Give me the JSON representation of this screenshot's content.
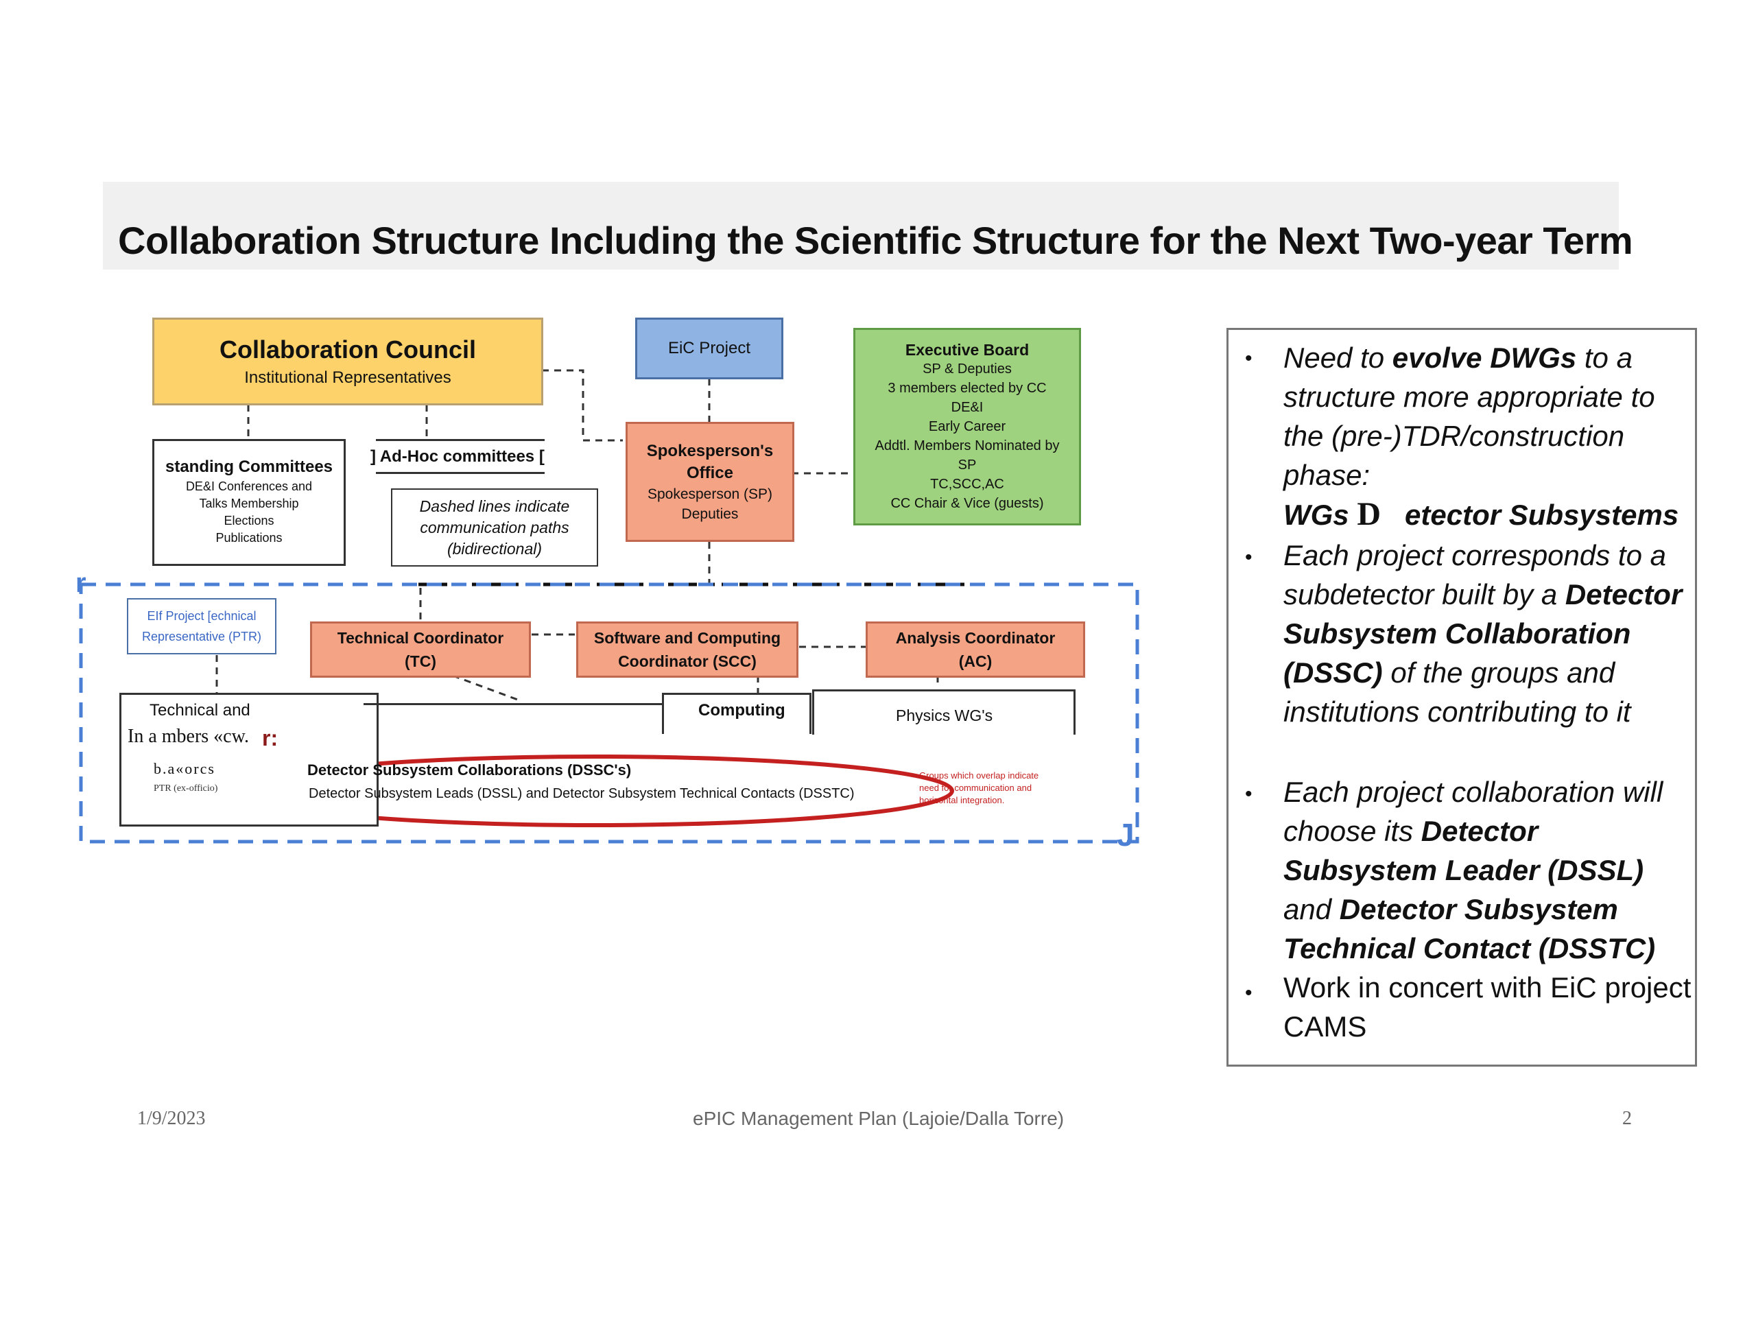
{
  "title": "Collaboration Structure Including the Scientific Structure for the Next Two-year Term",
  "diagram": {
    "collab_council": {
      "title": "Collaboration  Council",
      "subtitle": "Institutional  Representatives"
    },
    "eic_project": "EiC Project",
    "exec_board": {
      "title": "Executive Board",
      "lines": [
        "SP & Deputies",
        "3 members elected by CC",
        "DE&I",
        "Early Career",
        "Addtl. Members  Nominated by",
        "SP",
        "TC,SCC,AC",
        "CC Chair & Vice (guests)"
      ]
    },
    "standing": {
      "title": "standing Committees",
      "lines": [
        "DE&I Conferences and",
        "Talks Membership",
        "Elections",
        "Publications"
      ]
    },
    "adhoc": "] Ad-Hoc committees [",
    "dashed_note": {
      "lines": [
        "Dashed lines indicate",
        "communication paths",
        "(bidirectional)"
      ]
    },
    "spokesperson": {
      "title": "Spokesperson's Office",
      "lines": [
        "Spokesperson (SP)",
        "Deputies"
      ]
    },
    "eic_ptr": {
      "lines": [
        "EIf Project [echnical",
        "Representative (PTR)"
      ]
    },
    "tc": {
      "line1": "Technical Coordinator",
      "line2": "(TC)"
    },
    "scc": {
      "line1": "Software and Computing",
      "line2": "Coordinator (SCC)"
    },
    "ac": {
      "line1": "Analysis Coordinator",
      "line2": "(AC)"
    },
    "tech_and": "Technical and",
    "members_garble": "In a mbers «cw.",
    "members_r": "r:",
    "ptr_garble": "b.a«orcs",
    "ptr_small": "PTR (ex-officio)",
    "computing": "Computing",
    "physics": "Physics WG's",
    "dssc": {
      "title": "Detector Subsystem Collaborations (DSSC's)",
      "subtitle": "Detector Subsystem Leads (DSSL) and Detector Subsystem Technical Contacts (DSSTC)"
    },
    "overlap_note": {
      "lines": [
        "Groups which overlap indicate",
        "need for communication and",
        "horizontal integration."
      ]
    },
    "bracket_tl": "r",
    "bracket_br": "J",
    "colors": {
      "yellow": "#fdd26a",
      "blue": "#8fb4e3",
      "green": "#9fd27e",
      "salmon": "#f4a385",
      "dashed_blue": "#4a7fd4",
      "ellipse_red": "#c42020"
    }
  },
  "bullets": [
    {
      "pre": "Need to ",
      "bold1": "evolve DWGs",
      "post": " to a structure more appropriate to the (pre-)TDR/construction phase:"
    },
    {
      "wgs": "WGs",
      "d": "D",
      "rest": "etector Subsystems"
    },
    {
      "pre": "Each project corresponds to a subdetector built by a ",
      "bold1": "Detector Subsystem Collaboration (DSSC)",
      "post": " of the groups and institutions contributing to it"
    },
    {
      "pre": "Each project collaboration will choose its ",
      "bold1": "Detector Subsystem Leader (DSSL)",
      "mid": " and ",
      "bold2": "Detector Subsystem Technical Contact (DSSTC)"
    },
    {
      "pre": "Work in concert with  EiC project CAMS"
    }
  ],
  "footer": {
    "date": "1/9/2023",
    "center": "ePIC Management Plan  (Lajoie/Dalla Torre)",
    "page": "2"
  }
}
